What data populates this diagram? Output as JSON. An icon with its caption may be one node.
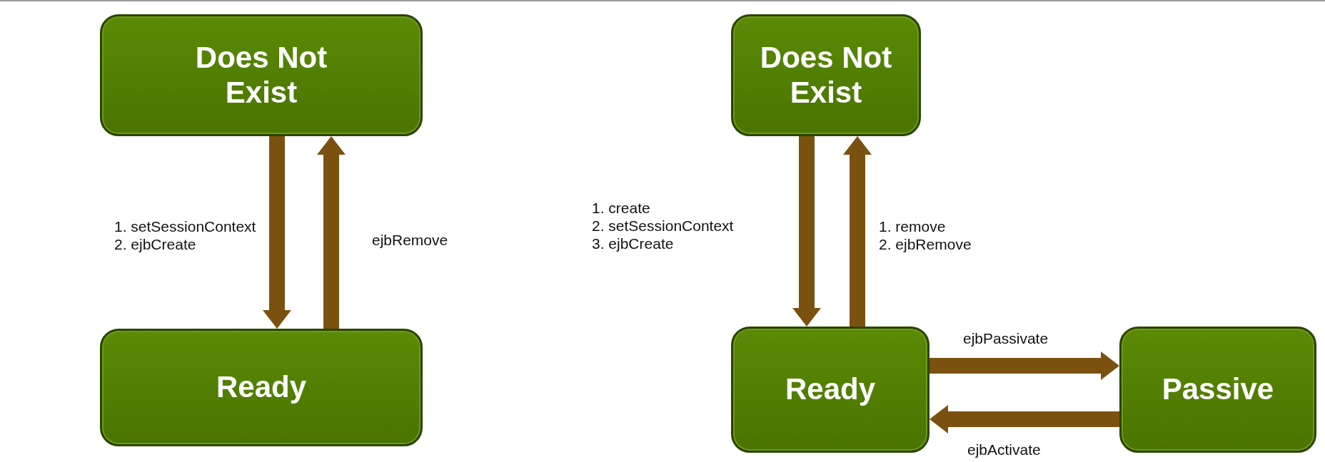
{
  "diagram": {
    "nodes": [
      {
        "text": [
          "Does Not Exist"
        ]
      },
      {
        "text": [
          "Ready"
        ]
      },
      {
        "text": [
          "Does Not Exist"
        ]
      },
      {
        "text": [
          "Ready"
        ]
      },
      {
        "text": [
          "Passive"
        ]
      }
    ],
    "edges": [
      {
        "from": 0,
        "to": 1,
        "arrow": "to",
        "label": "1. setSessionContext 2. ejbCreate"
      },
      {
        "from": 1,
        "to": 0,
        "arrow": "to",
        "label": "ejbRemove"
      },
      {
        "from": 2,
        "to": 3,
        "arrow": "to",
        "label": "1. create 2. setSessionContext 3. ejbCreate"
      },
      {
        "from": 3,
        "to": 2,
        "arrow": "to",
        "label": "1. remove 2. ejbRemove"
      },
      {
        "from": 3,
        "to": 4,
        "arrow": "to",
        "label": "ejbPassivate"
      },
      {
        "from": 4,
        "to": 3,
        "arrow": "to",
        "label": "ejbActivate"
      }
    ]
  }
}
